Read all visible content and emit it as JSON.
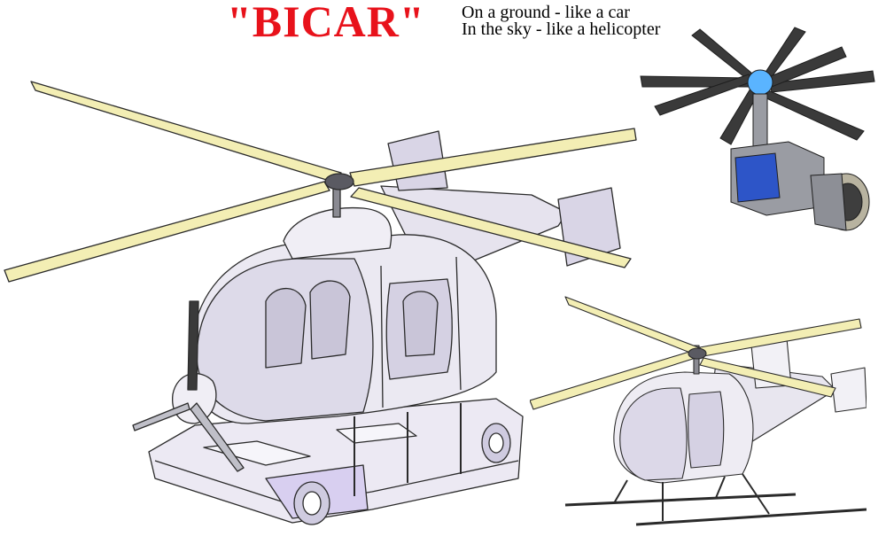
{
  "title": "\"BICAR\"",
  "tagline_line1": "On a ground - like a car",
  "tagline_line2": "In the sky - like a helicopter",
  "colors": {
    "title": "#e8121b",
    "body_fill": "#eceaf2",
    "body_shade": "#d5d2e2",
    "glass": "#dcd8e8",
    "blade": "#f3eeb4",
    "outline": "#2a2a2a",
    "engine_blue": "#2d55c8",
    "hub_blue": "#5ab4ff",
    "engine_grey": "#9a9ca3",
    "blade_dark": "#3a3a3a"
  },
  "icons": [
    "helicopter-car-icon",
    "rotor-engine-icon",
    "helicopter-skids-icon"
  ]
}
